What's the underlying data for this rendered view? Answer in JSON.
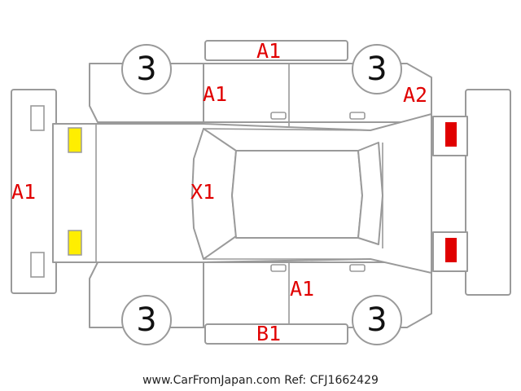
{
  "colors": {
    "damage_code": "#e00000",
    "outline": "#9a9a9a",
    "front_lights": "#ffee00",
    "rear_lights": "#e00000"
  },
  "tires": {
    "front_left": "3",
    "rear_left": "3",
    "front_right": "3",
    "rear_right": "3"
  },
  "codes": {
    "roof_top": "A1",
    "left_front_door": "A1",
    "front_bumper": "A1",
    "windshield": "X1",
    "rear_quarter": "A2",
    "right_rear_door": "A1",
    "right_sill": "B1"
  },
  "footer": {
    "text": "www.CarFromJapan.com Ref: CFJ1662429"
  }
}
